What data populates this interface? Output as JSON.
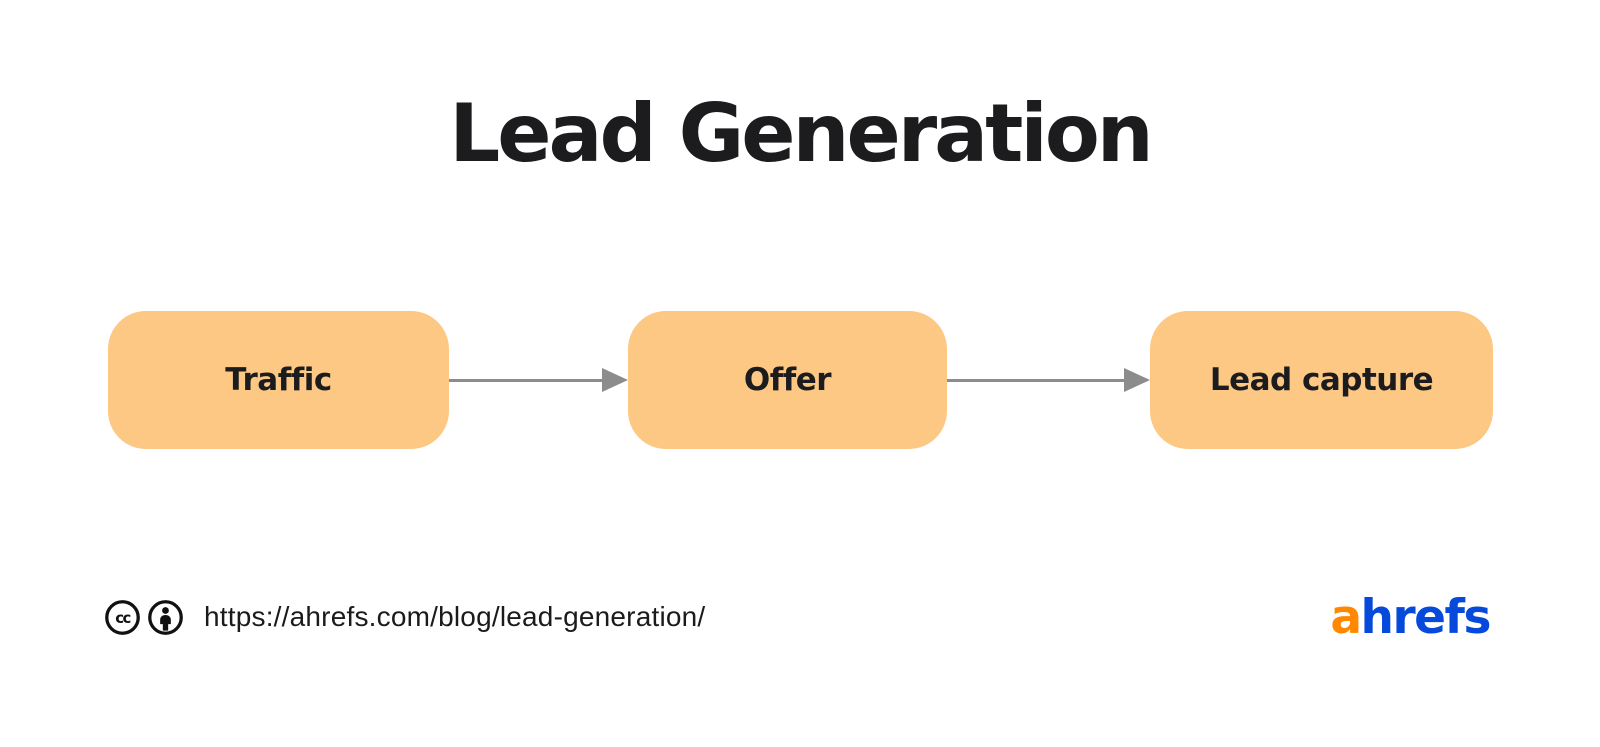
{
  "title": "Lead Generation",
  "flow": {
    "nodes": [
      {
        "label": "Traffic"
      },
      {
        "label": "Offer"
      },
      {
        "label": "Lead capture"
      }
    ],
    "arrow_icon": "arrow-right-icon"
  },
  "footer": {
    "cc_icon_text": "cc",
    "url": "https://ahrefs.com/blog/lead-generation/",
    "logo": {
      "first_letter": "a",
      "rest": "hrefs"
    }
  },
  "colors": {
    "node_fill": "#FCC884",
    "arrow": "#8C8C8C",
    "text": "#1C1C1E",
    "logo_orange": "#FF8800",
    "logo_blue": "#054ADA",
    "background": "#FFFFFF"
  }
}
